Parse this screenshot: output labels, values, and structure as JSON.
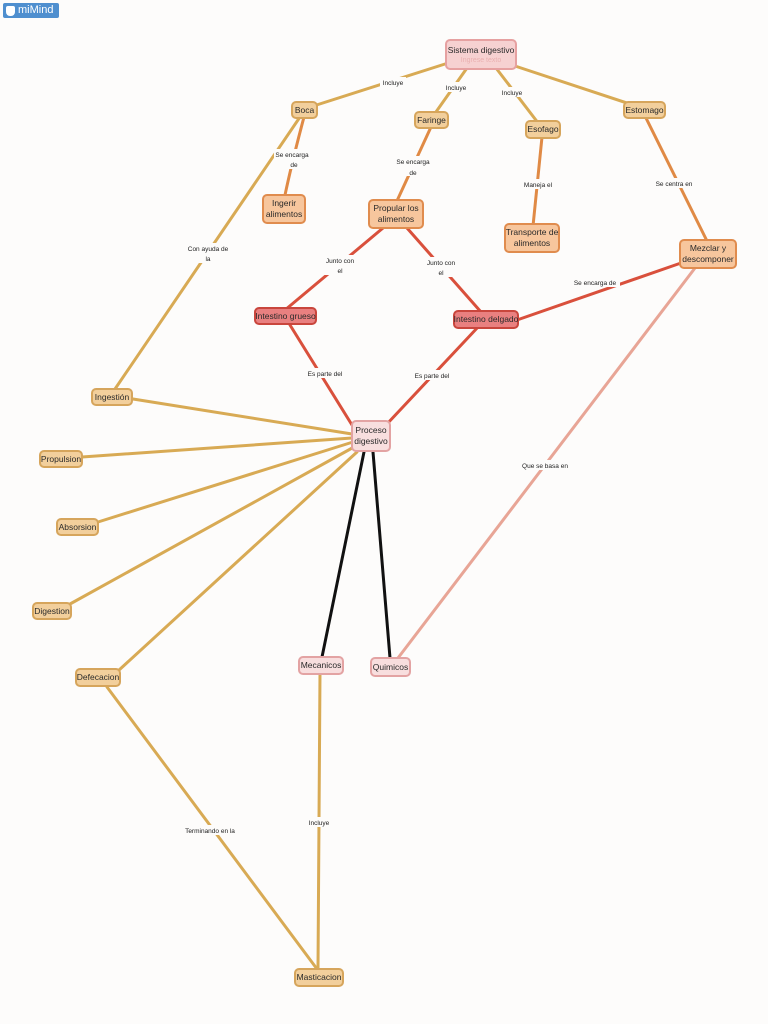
{
  "app": {
    "logo_text": "miMind"
  },
  "colors": {
    "tan": "#d8aa54",
    "orange": "#e08a45",
    "red": "#d9503c",
    "black": "#111111",
    "salmon": "#e8a596"
  },
  "nodes": {
    "sistema": {
      "label": "Sistema digestivo",
      "placeholder": "Ingrese texto"
    },
    "boca": {
      "label": "Boca"
    },
    "faringe": {
      "label": "Faringe"
    },
    "esofago": {
      "label": "Esofago"
    },
    "estomago": {
      "label": "Estomago"
    },
    "ingerir": {
      "line1": "Ingerir",
      "line2": "alimentos"
    },
    "propular": {
      "line1": "Propular los",
      "line2": "alimentos"
    },
    "transporte": {
      "line1": "Transporte de",
      "line2": "alimentos"
    },
    "mezclar": {
      "line1": "Mezclar y",
      "line2": "descomponer"
    },
    "intestino_grueso": {
      "label": "Intestino grueso"
    },
    "intestino_delgado": {
      "label": "Intestino delgado"
    },
    "proceso": {
      "line1": "Proceso",
      "line2": "digestivo"
    },
    "ingestion": {
      "label": "Ingestión"
    },
    "propulsion": {
      "label": "Propulsion"
    },
    "absorsion": {
      "label": "Absorsion"
    },
    "digestion": {
      "label": "Digestion"
    },
    "defecacion": {
      "label": "Defecacion"
    },
    "mecanicos": {
      "label": "Mecanicos"
    },
    "quimicos": {
      "label": "Quimicos"
    },
    "masticacion": {
      "label": "Masticacion"
    }
  },
  "edge_labels": {
    "incluye_boca": "Incluye",
    "incluye_faringe": "Incluye",
    "incluye_esofago": "Incluye",
    "se_encarga_boca_1": "Se encarga",
    "se_encarga_boca_2": "de",
    "se_encarga_faringe_1": "Se encarga",
    "se_encarga_faringe_2": "de",
    "maneja": "Maneja el",
    "se_centra": "Se centra en",
    "con_ayuda_1": "Con ayuda de",
    "con_ayuda_2": "la",
    "junto_grueso_1": "Junto con",
    "junto_grueso_2": "el",
    "junto_delgado_1": "Junto con",
    "junto_delgado_2": "el",
    "se_encarga_delgado": "Se encarga de",
    "es_parte_grueso": "Es parte del",
    "es_parte_delgado": "Es parte del",
    "que_se_basa": "Que se basa en",
    "terminando": "Terminando en la",
    "incluye_masticacion": "Incluye"
  }
}
